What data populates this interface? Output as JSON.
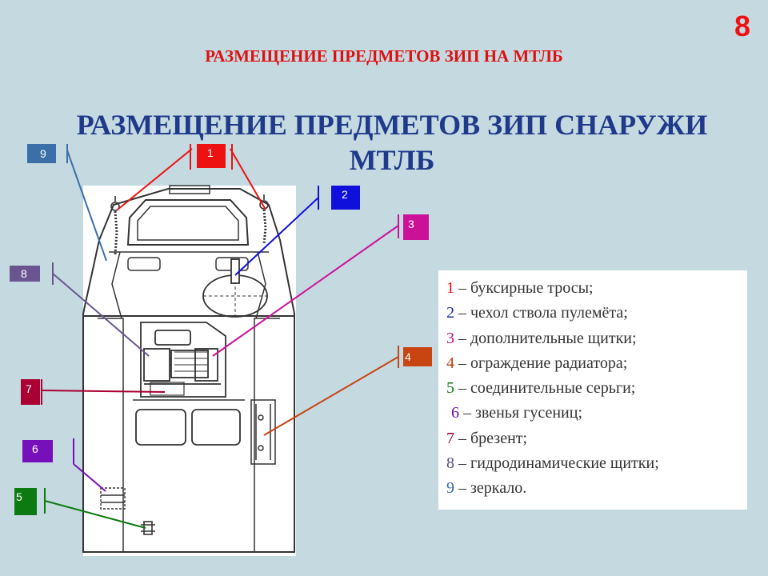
{
  "slide_number": "8",
  "title_top": "РАЗМЕЩЕНИЕ ПРЕДМЕТОВ ЗИП НА МТЛБ",
  "title_main_line1": "РАЗМЕЩЕНИЕ ПРЕДМЕТОВ ЗИП СНАРУЖИ",
  "title_main_line2": "МТЛБ",
  "callouts": [
    {
      "num": "1",
      "color": "#ee1111"
    },
    {
      "num": "2",
      "color": "#1010dd"
    },
    {
      "num": "3",
      "color": "#cc1199"
    },
    {
      "num": "4",
      "color": "#c84410"
    },
    {
      "num": "5",
      "color": "#0c7a10"
    },
    {
      "num": "6",
      "color": "#7710bb"
    },
    {
      "num": "7",
      "color": "#aa0033"
    },
    {
      "num": "8",
      "color": "#6a5590"
    },
    {
      "num": "9",
      "color": "#3a6fa8"
    }
  ],
  "legend": [
    {
      "num": "1",
      "text": " –  буксирные тросы;",
      "color": "#dd1111"
    },
    {
      "num": "2",
      "text": " – чехол ствола пулемёта;",
      "color": "#1a2aa0"
    },
    {
      "num": "3",
      "text": " –  дополнительные щитки;",
      "color": "#bb1177"
    },
    {
      "num": "4",
      "text": " – ограждение радиатора;",
      "color": "#c03a0a"
    },
    {
      "num": "5",
      "text": " – соединительные серьги;",
      "color": "#0a7a10"
    },
    {
      "num": "6",
      "text": " – звенья гусениц;",
      "color": "#6a10aa"
    },
    {
      "num": "7",
      "text": " – брезент;",
      "color": "#990033"
    },
    {
      "num": "8",
      "text": " – гидродинамические щитки;",
      "color": "#5a4a85"
    },
    {
      "num": "9",
      "text": " – зеркало.",
      "color": "#2f6aa5"
    }
  ]
}
